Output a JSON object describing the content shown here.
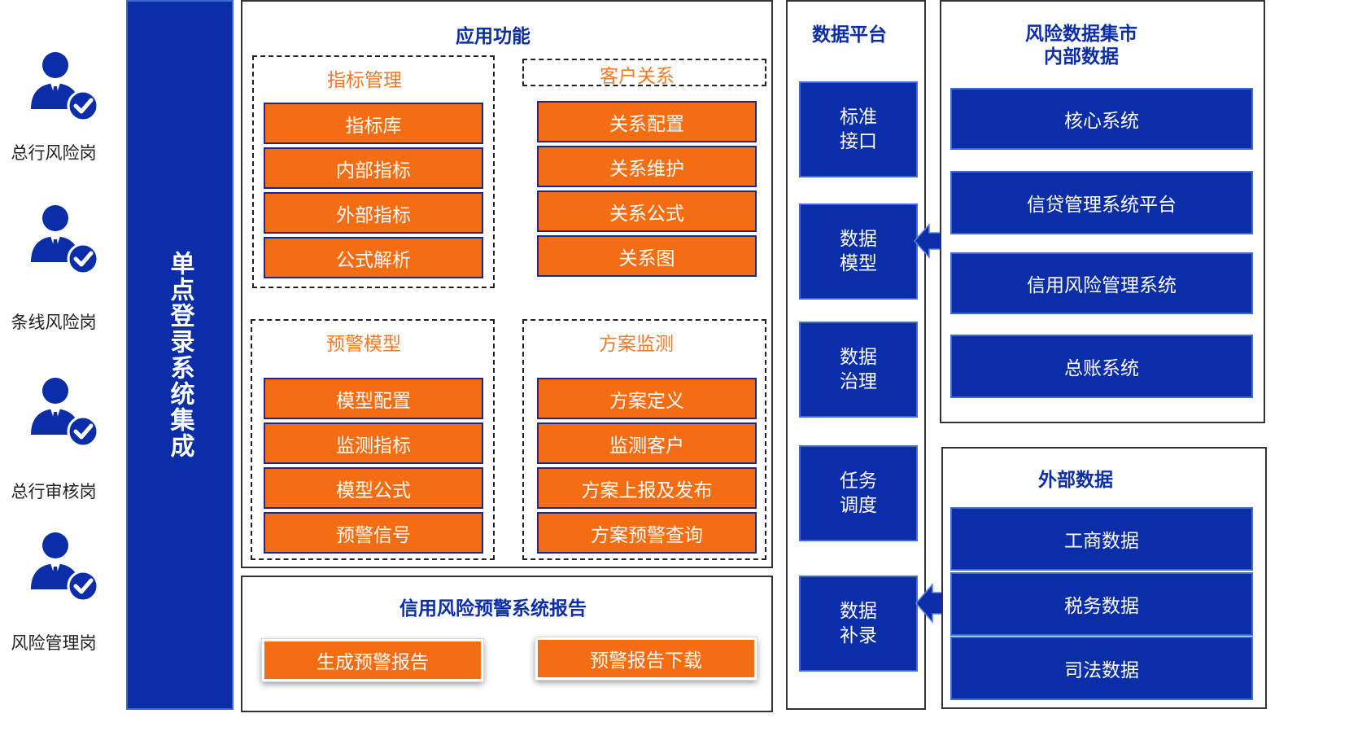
{
  "roles": [
    {
      "label": "总行风险岗",
      "icon": "user-check-icon"
    },
    {
      "label": "条线风险岗",
      "icon": "user-check-icon"
    },
    {
      "label": "总行审核岗",
      "icon": "user-check-icon"
    },
    {
      "label": "风险管理岗",
      "icon": "user-check-icon"
    }
  ],
  "sso": {
    "label": "单点登录系统集成"
  },
  "app": {
    "title": "应用功能",
    "groups": [
      {
        "title": "指标管理",
        "items": [
          "指标库",
          "内部指标",
          "外部指标",
          "公式解析"
        ]
      },
      {
        "title": "客户关系",
        "items": [
          "关系配置",
          "关系维护",
          "关系公式",
          "关系图"
        ]
      },
      {
        "title": "预警模型",
        "items": [
          "模型配置",
          "监测指标",
          "模型公式",
          "预警信号"
        ]
      },
      {
        "title": "方案监测",
        "items": [
          "方案定义",
          "监测客户",
          "方案上报及发布",
          "方案预警查询"
        ]
      }
    ]
  },
  "report": {
    "title": "信用风险预警系统报告",
    "buttons": [
      "生成预警报告",
      "预警报告下载"
    ]
  },
  "platform": {
    "title": "数据平台",
    "items": [
      {
        "line1": "标准",
        "line2": "接口"
      },
      {
        "line1": "数据",
        "line2": "模型"
      },
      {
        "line1": "数据",
        "line2": "治理"
      },
      {
        "line1": "任务",
        "line2": "调度"
      },
      {
        "line1": "数据",
        "line2": "补录"
      }
    ]
  },
  "internal": {
    "title1": "风险数据集市",
    "title2": "内部数据",
    "items": [
      "核心系统",
      "信贷管理系统平台",
      "信用风险管理系统",
      "总账系统"
    ]
  },
  "external": {
    "title": "外部数据",
    "items": [
      "工商数据",
      "税务数据",
      "司法数据"
    ]
  },
  "colors": {
    "blue": "#0b2ea8",
    "orange": "#f56d12",
    "orange_title": "#f07a2b"
  }
}
